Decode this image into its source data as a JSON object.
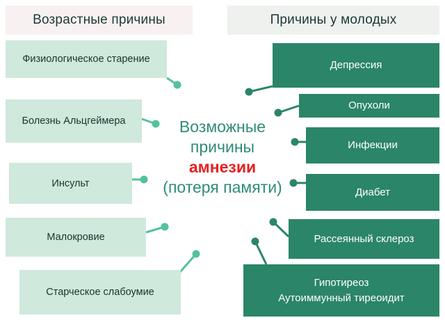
{
  "colors": {
    "light_box_bg": "#cfe9dc",
    "dark_box_bg": "#2b8568",
    "left_connector": "#52c29b",
    "right_connector": "#2b8568",
    "header_left_bg": "#f7f1f1",
    "header_right_bg": "#eff1ef",
    "center_green": "#2f8c76",
    "center_red": "#e81f1f"
  },
  "center": {
    "line1": "Возможные",
    "line2": "причины",
    "line3": "амнезии",
    "line4": "(потеря памяти)"
  },
  "left_column": {
    "title": "Возрастные причины",
    "items": [
      {
        "label": "Физиологическое старение"
      },
      {
        "label": "Болезнь Альцгеймера"
      },
      {
        "label": "Инсульт"
      },
      {
        "label": "Малокровие"
      },
      {
        "label": "Старческое слабоумие"
      }
    ]
  },
  "right_column": {
    "title": "Причины у молодых",
    "items": [
      {
        "label": "Депрессия"
      },
      {
        "label": "Опухоли"
      },
      {
        "label": "Инфекции"
      },
      {
        "label": "Диабет"
      },
      {
        "label": "Рассеянный склероз"
      },
      {
        "label": "Гипотиреоз\nАутоиммунный тиреоидит"
      }
    ]
  }
}
